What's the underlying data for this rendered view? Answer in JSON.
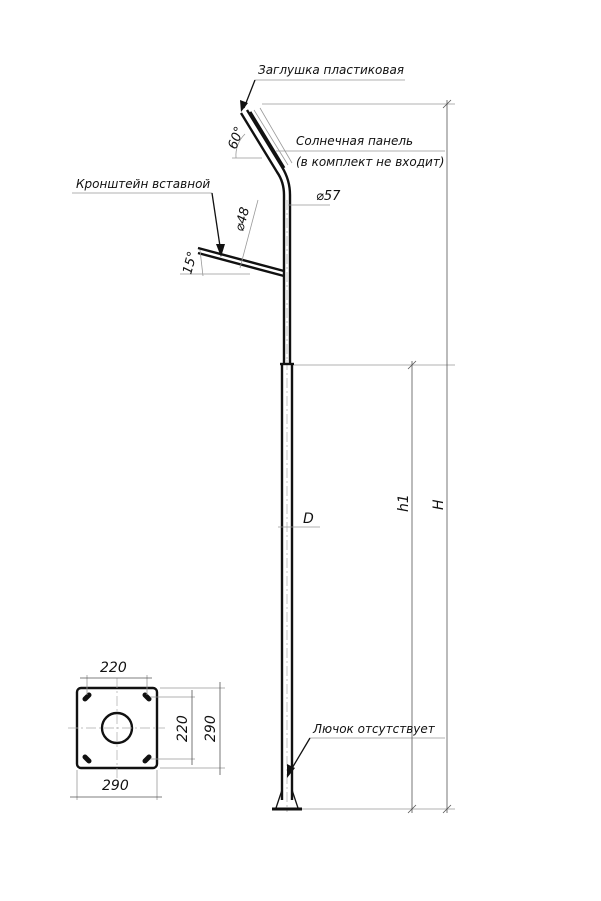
{
  "labels": {
    "plastic_cap": "Заглушка пластиковая",
    "solar_panel_line1": "Солнечная панель",
    "solar_panel_line2": "(в комплект не входит)",
    "insert_bracket": "Кронштейн вставной",
    "hatch_absent": "Лючок отсутствует"
  },
  "dimensions": {
    "panel_angle": "60°",
    "bracket_angle": "15°",
    "upper_diameter": "⌀57",
    "bracket_diameter": "⌀48",
    "pole_diameter": "D",
    "height_lower": "h1",
    "height_total": "H",
    "plate_bolt_spacing_x": "220",
    "plate_bolt_spacing_y": "220",
    "plate_width": "290",
    "plate_height": "290"
  }
}
